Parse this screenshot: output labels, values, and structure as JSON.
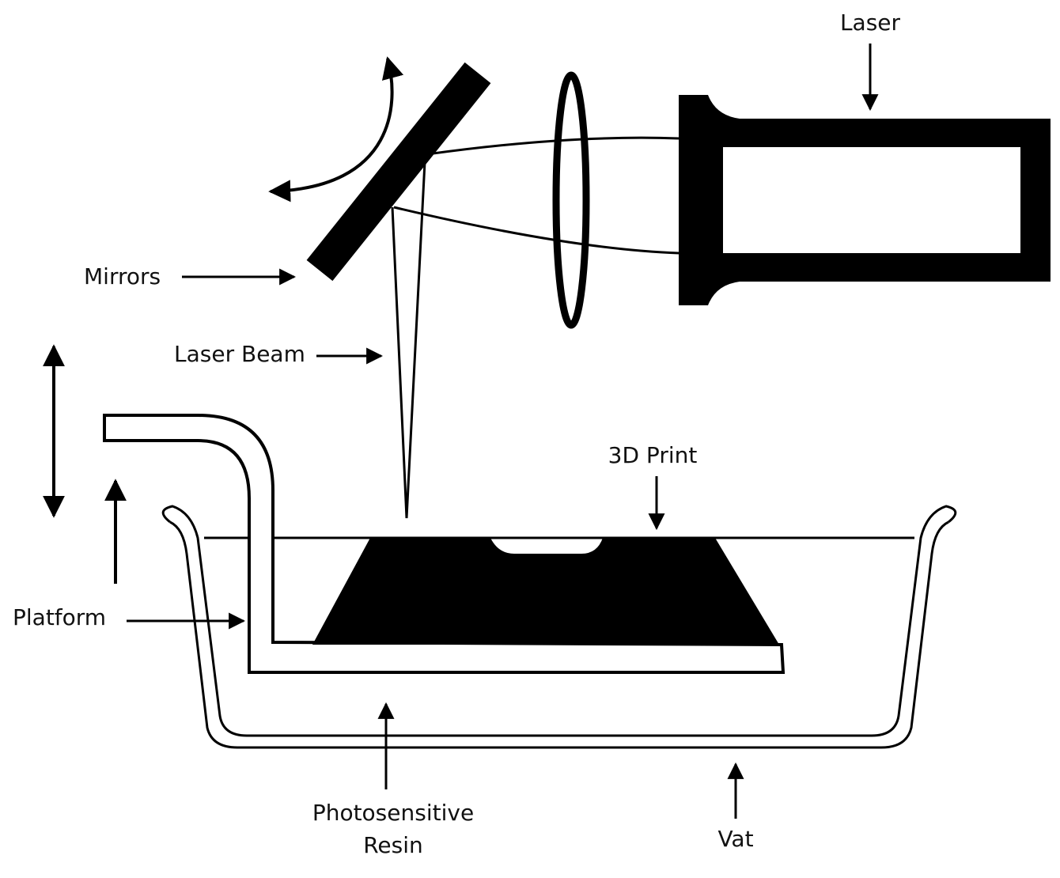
{
  "labels": {
    "laser": "Laser",
    "mirrors": "Mirrors",
    "laser_beam": "Laser Beam",
    "print_3d": "3D Print",
    "platform": "Platform",
    "resin_line1": "Photosensitive",
    "resin_line2": "Resin",
    "vat": "Vat"
  },
  "colors": {
    "ink": "#000000",
    "background": "#ffffff"
  }
}
